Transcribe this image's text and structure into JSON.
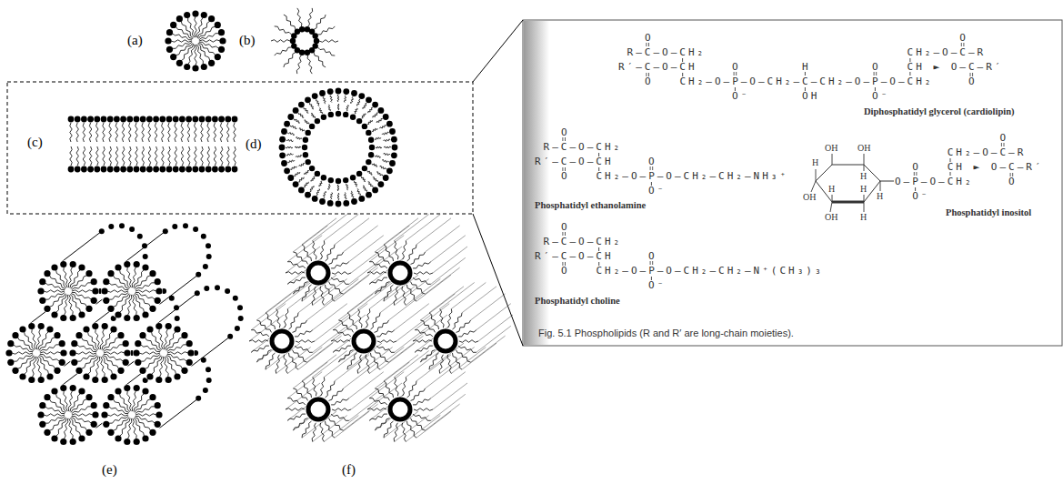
{
  "diagram": {
    "caption": "Fig. 5.1 Phospholipids (R and R′ are long-chain moieties).",
    "labels": [
      "(a)",
      "(b)",
      "(c)",
      "(d)",
      "(e)",
      "(f)",
      "O",
      "R–C–O–CH₂",
      "R′–C–O–CH",
      "O",
      "CH₂–O–P–O–CH₂–C–CH₂–O–P–O–CH₂",
      "O",
      "H",
      "O",
      "O⁻",
      "OH",
      "O⁻",
      "O",
      "CH₂–O–C–R",
      "CH ► O–C–R′",
      "O",
      "Diphosphatidyl glycerol (cardiolipin)",
      "O",
      "R–C–O–CH₂",
      "R′–C–O–CH",
      "O",
      "CH₂–O–P–O–CH₂–CH₂–NH₃⁺",
      "O",
      "O⁻",
      "Phosphatidyl ethanolamine",
      "O",
      "R–C–O–CH₂",
      "R′–C–O–CH",
      "O",
      "CH₂–O–P–O–CH₂–CH₂–N⁺(CH₃)₃",
      "O",
      "O⁻",
      "Phosphatidyl choline",
      "O",
      "O–P–O–CH₂",
      "O⁻",
      "O",
      "CH₂–O–C–R",
      "CH ► O–C–R′",
      "O",
      "Phosphatidyl inositol",
      "OH",
      "OH",
      "H",
      "OH",
      "H",
      "H",
      "OH",
      "H",
      "H",
      "H"
    ]
  }
}
